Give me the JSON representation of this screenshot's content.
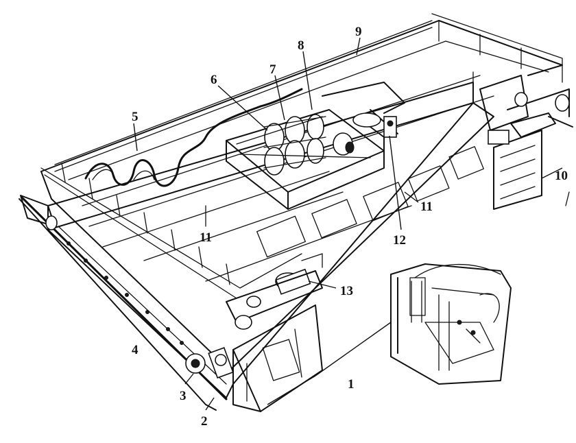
{
  "callouts": {
    "c1": "1",
    "c2": "2",
    "c3": "3",
    "c4": "4",
    "c5": "5",
    "c6": "6",
    "c7": "7",
    "c8": "8",
    "c9": "9",
    "c10": "10",
    "c11a": "11",
    "c11b": "11",
    "c12": "12",
    "c13": "13"
  }
}
